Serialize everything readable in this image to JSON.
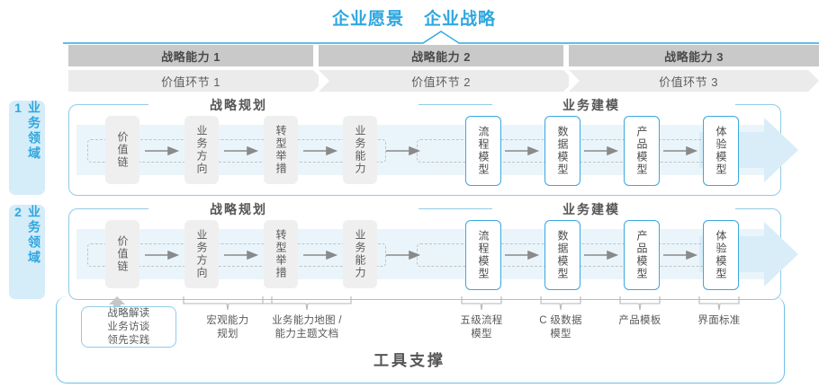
{
  "header": {
    "titles": [
      "企业愿景",
      "企业战略"
    ],
    "accent": "#2ea7e0"
  },
  "capabilities": [
    {
      "label": "战略能力 1"
    },
    {
      "label": "战略能力 2"
    },
    {
      "label": "战略能力 3"
    }
  ],
  "value_links": [
    {
      "label": "价值环节 1"
    },
    {
      "label": "价值环节 2"
    },
    {
      "label": "价值环节 3"
    }
  ],
  "domains": [
    {
      "label": "业务领域 1"
    },
    {
      "label": "业务领域 2"
    }
  ],
  "sections": {
    "left_title": "战略规划",
    "right_title": "业务建模"
  },
  "row1": {
    "left_nodes": [
      "价值链",
      "业务方向",
      "转型举措",
      "业务能力"
    ],
    "right_nodes": [
      "流程模型",
      "数据模型",
      "产品模型",
      "体验模型"
    ]
  },
  "row2": {
    "left_nodes": [
      "价值链",
      "业务方向",
      "转型举措",
      "业务能力"
    ],
    "right_nodes": [
      "流程模型",
      "数据模型",
      "产品模型",
      "体验模型"
    ]
  },
  "tool_box": "战略解读\n业务访谈\n领先实践",
  "captions": [
    {
      "text": "宏观能力\n规划"
    },
    {
      "text": "业务能力地图 /\n能力主题文档"
    },
    {
      "text": "五级流程\n模型"
    },
    {
      "text": "C 级数据\n模型"
    },
    {
      "text": "产品模板"
    },
    {
      "text": "界面标准"
    }
  ],
  "footer": {
    "title": "工具支撑"
  },
  "colors": {
    "accent_blue": "#2ea7e0",
    "border_blue": "#8fcbe8",
    "band_blue": "#eaf5fb",
    "tag_blue": "#d5ecf9",
    "bar_dark": "#c9c9c9",
    "bar_light": "#ebebeb",
    "node_gray": "#efefef"
  }
}
